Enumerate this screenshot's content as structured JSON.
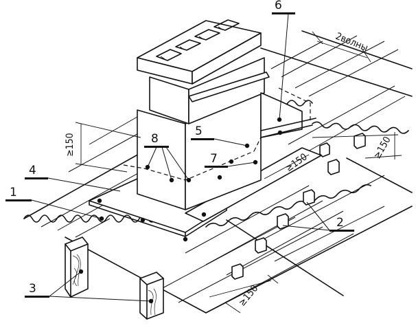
{
  "callouts": {
    "c1": "1",
    "c2": "2",
    "c3": "3",
    "c4": "4",
    "c5": "5",
    "c6": "6",
    "c7": "7",
    "c8": "8"
  },
  "dimensions": {
    "wave_width": "2волны",
    "upstand_height": "≥150",
    "side_overlap": "≥150",
    "front_overlap": "≥150",
    "lower_overlap": "≥150"
  }
}
